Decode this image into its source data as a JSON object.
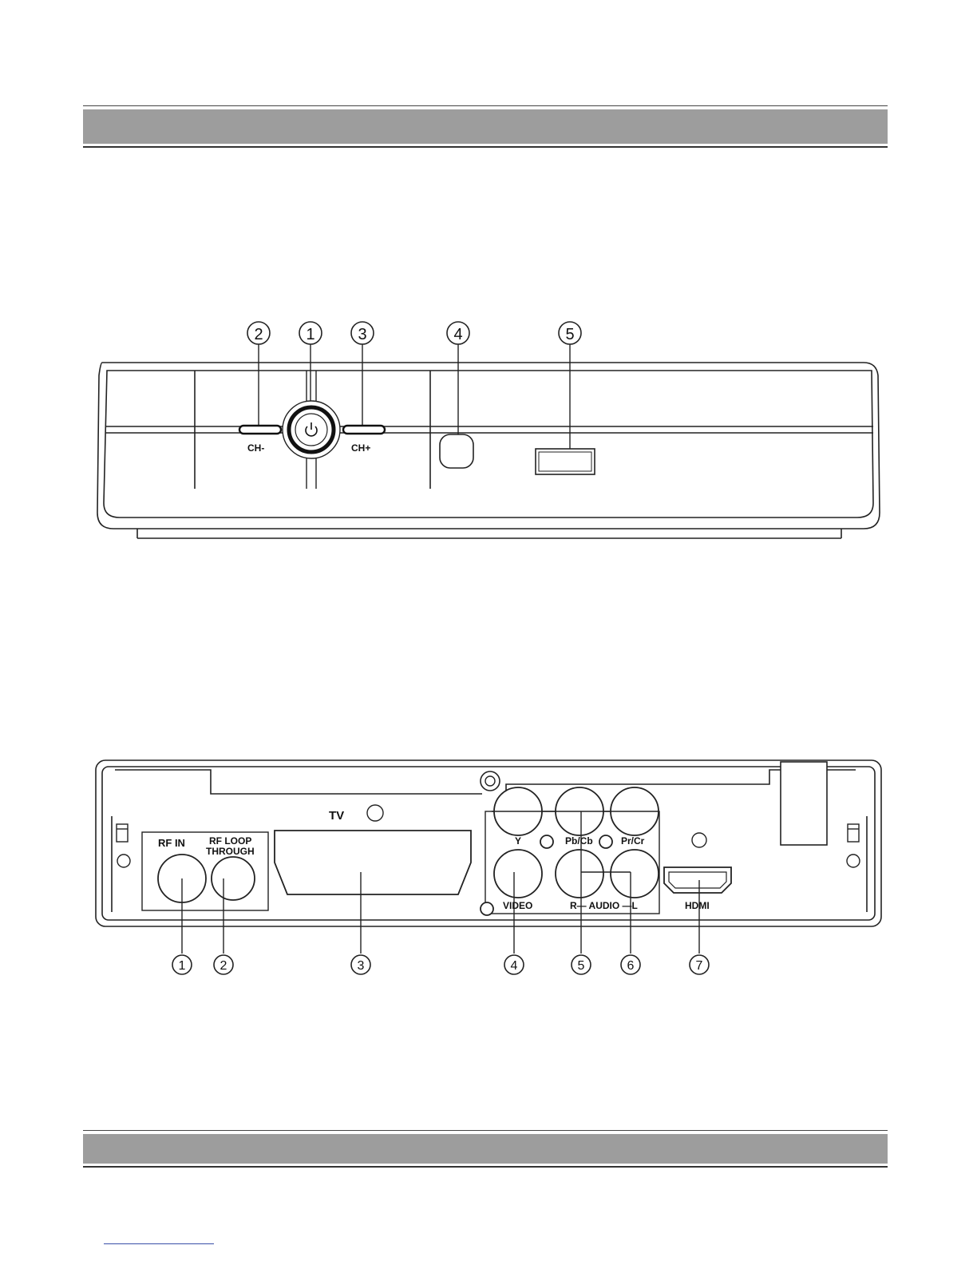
{
  "front_panel": {
    "callouts": [
      "②",
      "①",
      "③",
      "④",
      "⑤"
    ],
    "button_labels": {
      "ch_minus": "CH-",
      "ch_plus": "CH+"
    }
  },
  "rear_panel": {
    "labels": {
      "rf_in": "RF  IN",
      "rf_loop_line1": "RF  LOOP",
      "rf_loop_line2": "THROUGH",
      "tv": "TV",
      "y": "Y",
      "pb_cb": "Pb/Cb",
      "pr_cr": "Pr/Cr",
      "video": "VIDEO",
      "audio": "R— AUDIO —L",
      "hdmi": "HDMI"
    },
    "callouts": [
      "①",
      "②",
      "③",
      "④",
      "⑤",
      "⑥",
      "⑦"
    ]
  },
  "colors": {
    "band_gray": "#9d9d9d",
    "line": "#222222",
    "link_underline": "#3a4fa8"
  }
}
